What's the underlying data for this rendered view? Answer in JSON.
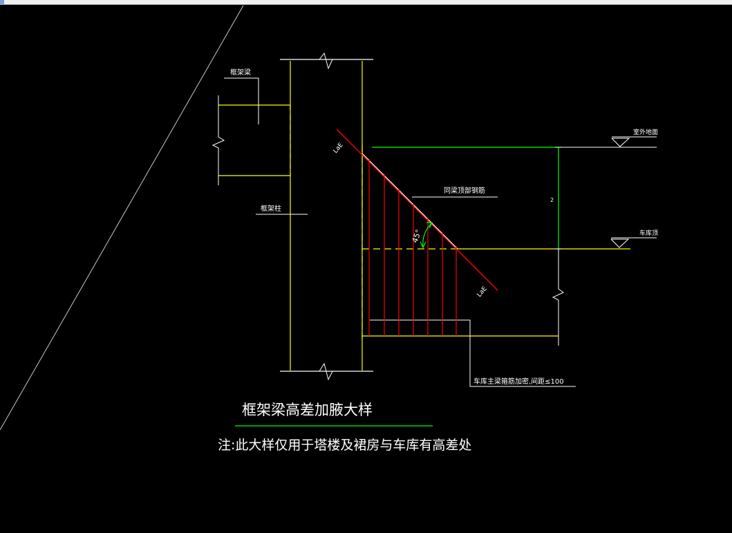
{
  "drawing": {
    "labels": {
      "frame_beam": "框架梁",
      "frame_column": "框架柱",
      "outdoor_ground": "室外地面",
      "garage_top": "车库顶",
      "same_beam_top_rebar": "同梁顶部钢筋",
      "lae_upper": "LaE",
      "lae_lower": "LaE",
      "angle": "45°",
      "height_mark": "2",
      "stirrup_note": "车库主梁箍筋加密,间距≤100"
    },
    "title": "框架梁高差加腋大样",
    "note": "注:此大样仅用于塔楼及裙房与车库有高差处"
  },
  "colors": {
    "background": "#000000",
    "yellow": "#ffff00",
    "white": "#ffffff",
    "red": "#ff0000",
    "green": "#00ff00",
    "grey": "#c8c8c8"
  }
}
